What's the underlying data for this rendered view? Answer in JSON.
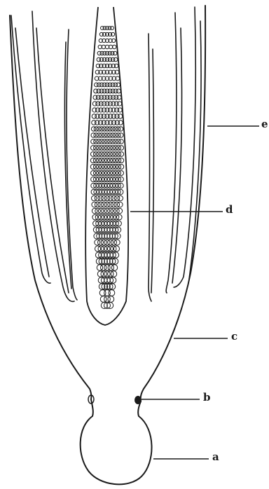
{
  "labels": {
    "a": "a",
    "b": "b",
    "c": "c",
    "d": "d",
    "e": "e"
  },
  "colors": {
    "ink": "#1a1a1a",
    "paper": "#ffffff"
  }
}
